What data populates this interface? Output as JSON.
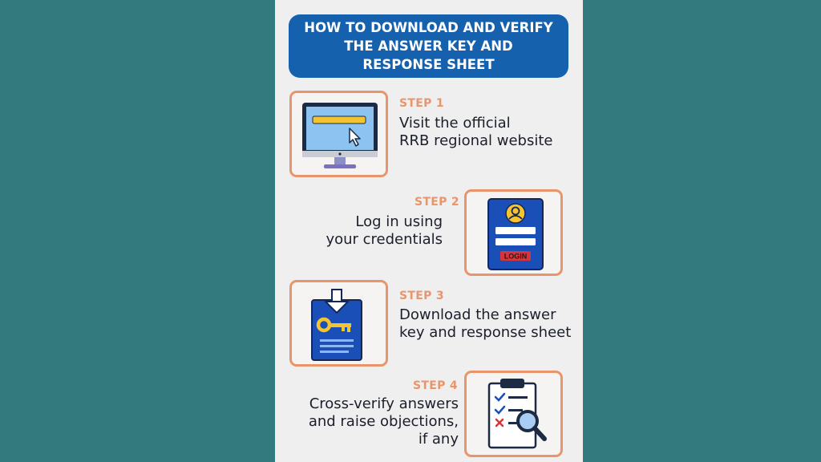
{
  "title": {
    "line1": "HOW TO DOWNLOAD AND VERIFY",
    "line2": "THE ANSWER KEY AND",
    "line3": "RESPONSE SHEET"
  },
  "steps": [
    {
      "label": "STEP 1",
      "lines": [
        "Visit the official",
        "RRB regional website"
      ],
      "icon": "computer-monitor-cursor-icon"
    },
    {
      "label": "STEP 2",
      "lines": [
        "Log in using",
        "your credentials"
      ],
      "icon": "login-form-icon",
      "icon_text": "LOGIN"
    },
    {
      "label": "STEP 3",
      "lines": [
        "Download the answer",
        "key and response sheet"
      ],
      "icon": "download-key-document-icon"
    },
    {
      "label": "STEP 4",
      "lines": [
        "Cross-verify answers",
        "and raise objections,",
        "if any"
      ],
      "icon": "checklist-magnifier-icon"
    }
  ],
  "colors": {
    "background": "#337a7f",
    "panel": "#efeff0",
    "banner": "#1661ae",
    "accent": "#e9956c",
    "icon_blue": "#1b4fb8",
    "icon_yellow": "#f4c430"
  }
}
